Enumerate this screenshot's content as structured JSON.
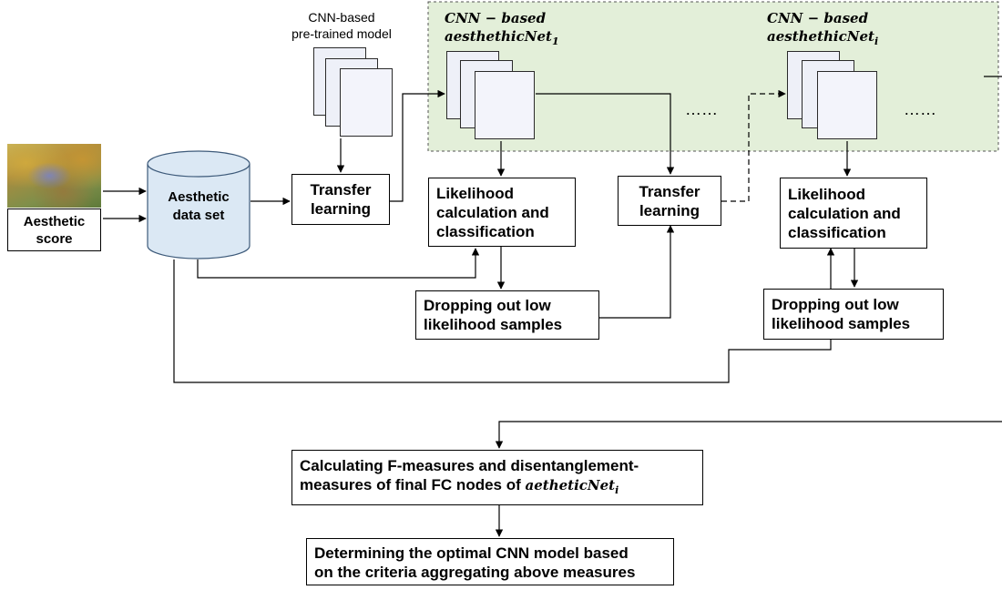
{
  "input": {
    "image_alt": "aesthetic image",
    "score_label": "Aesthetic\nscore"
  },
  "dataset": {
    "label": "Aesthetic\ndata set"
  },
  "pretrained": {
    "label": "CNN-based\npre-trained model"
  },
  "transfer1": {
    "label": "Transfer\nlearning"
  },
  "transfer2": {
    "label": "Transfer\nlearning"
  },
  "net1": {
    "line1": "CNN − based",
    "line2": "aesthethicNet",
    "sub": "1"
  },
  "neti": {
    "line1": "CNN − based",
    "line2": "aesthethicNet",
    "sub": "i"
  },
  "ellipsis1": "……",
  "ellipsis2": "……",
  "likelihood1": {
    "label": "Likelihood\ncalculation and\nclassification"
  },
  "likelihood2": {
    "label": "Likelihood\ncalculation and\nclassification"
  },
  "dropout1": {
    "label": "Dropping out low\nlikelihood samples"
  },
  "dropout2": {
    "label": "Dropping out low\nlikelihood samples"
  },
  "fmeasure": {
    "line1": "Calculating F-measures and disentanglement-",
    "line2": "measures of final FC nodes of ",
    "math": "aetheticNet",
    "sub": "i"
  },
  "optimal": {
    "line1": "Determining the optimal CNN model based",
    "line2": "on the criteria aggregating above measures"
  },
  "colors": {
    "panel_bg": "#e3efd9",
    "cylinder_fill": "#dbe8f4",
    "page_fill": "#eef0f8"
  }
}
